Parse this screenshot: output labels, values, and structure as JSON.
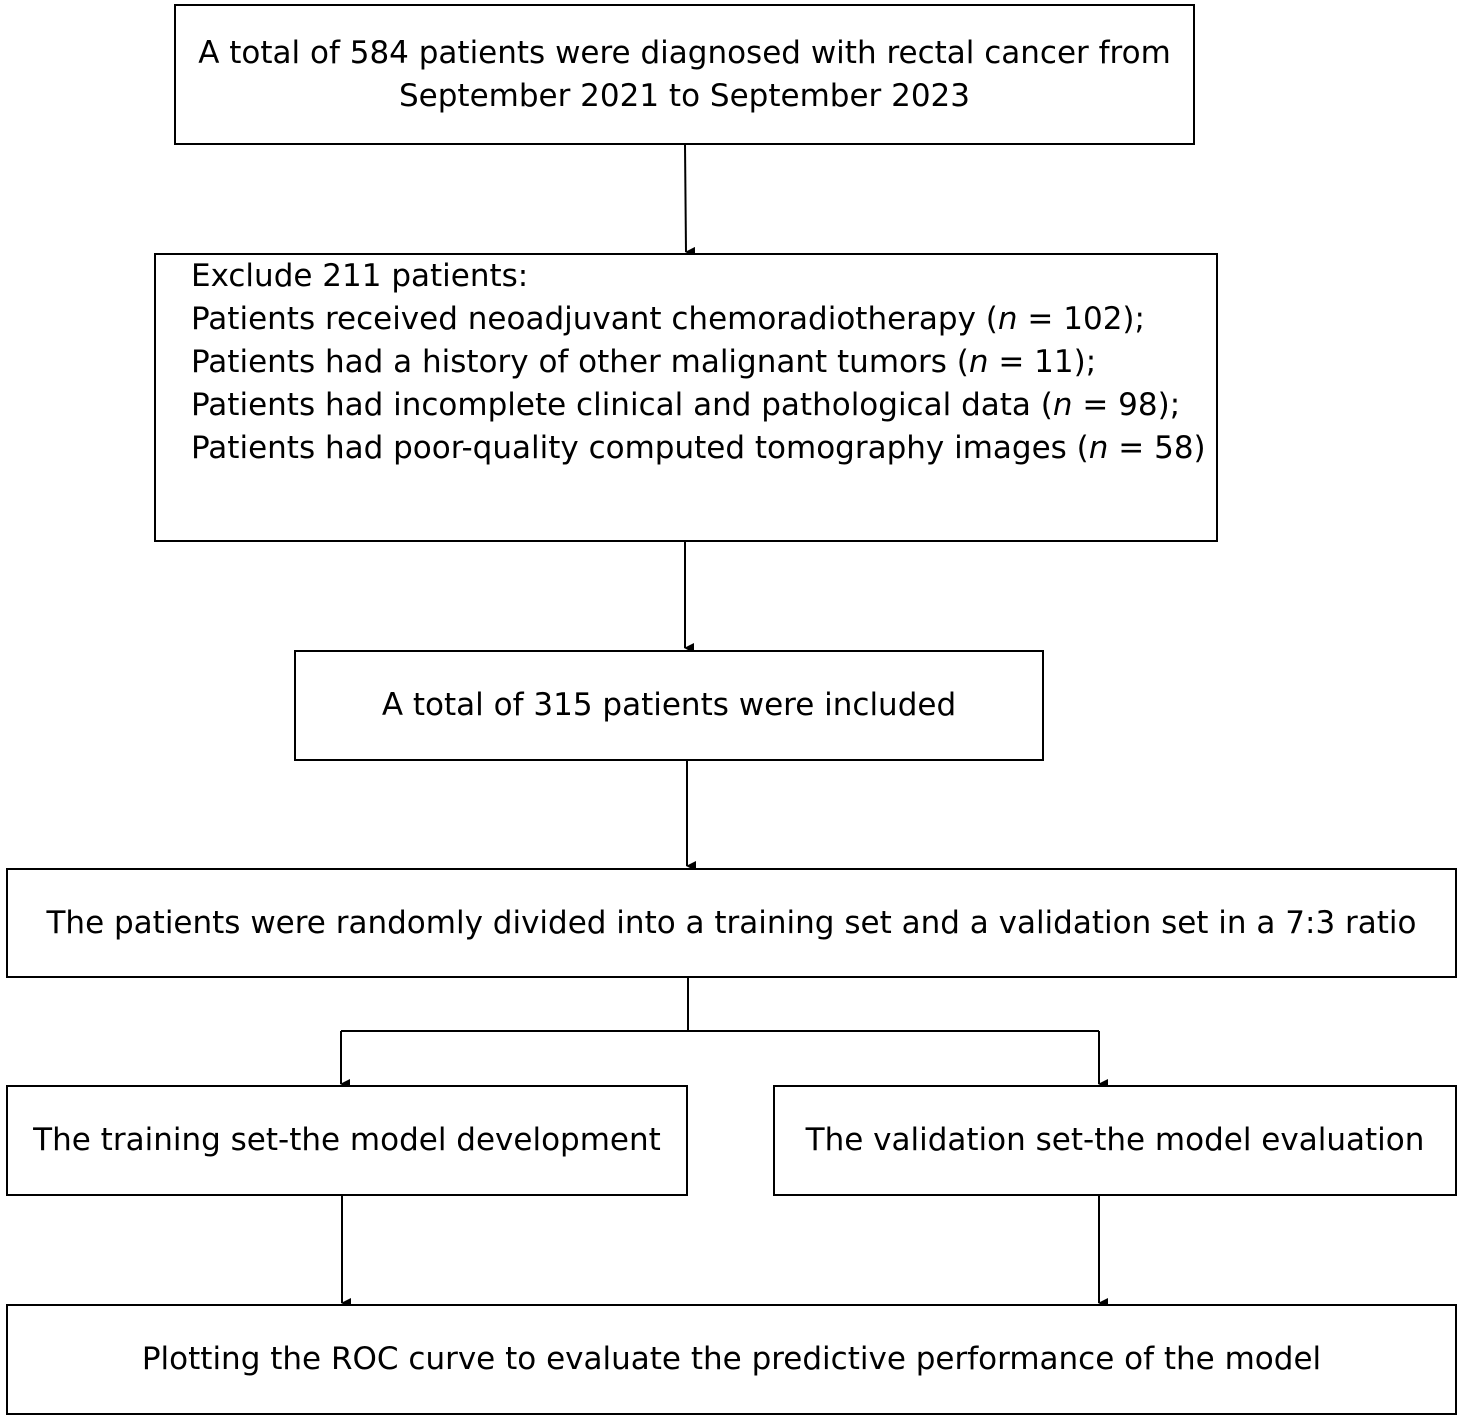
{
  "boxes": {
    "diagnosed": {
      "lines": [
        "A total of 584 patients were diagnosed with rectal cancer from",
        "September 2021 to September 2023"
      ]
    },
    "excluded": {
      "heading": "Exclude 211 patients:",
      "criteria": [
        {
          "text": "Patients received neoadjuvant chemoradiotherapy (",
          "n_symbol": "n",
          "count": " = 102);"
        },
        {
          "text": "Patients had a history of other malignant tumors (",
          "n_symbol": "n",
          "count": " = 11);"
        },
        {
          "text": "Patients had incomplete clinical and pathological data (",
          "n_symbol": "n",
          "count": " = 98);"
        },
        {
          "text": "Patients had poor-quality computed tomography images (",
          "n_symbol": "n",
          "count": " = 58)"
        }
      ]
    },
    "included": {
      "text": "A total of 315 patients were included"
    },
    "divided": {
      "text": "The patients were randomly divided into a training set and a validation set in a 7:3 ratio"
    },
    "training": {
      "text": "The training set-the model development"
    },
    "validation": {
      "text": "The validation set-the model evaluation"
    },
    "roc": {
      "text": "Plotting the ROC curve to evaluate the predictive performance of the model"
    }
  }
}
